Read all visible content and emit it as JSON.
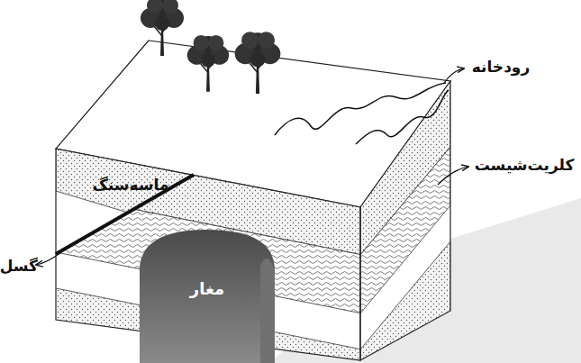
{
  "diagram": {
    "nodes": [
      {
        "text": [
          "مغار"
        ]
      }
    ],
    "labels": [
      "رودخانه",
      "کلریت‌شیست",
      "ماسه‌سنگ",
      "گسل"
    ]
  }
}
